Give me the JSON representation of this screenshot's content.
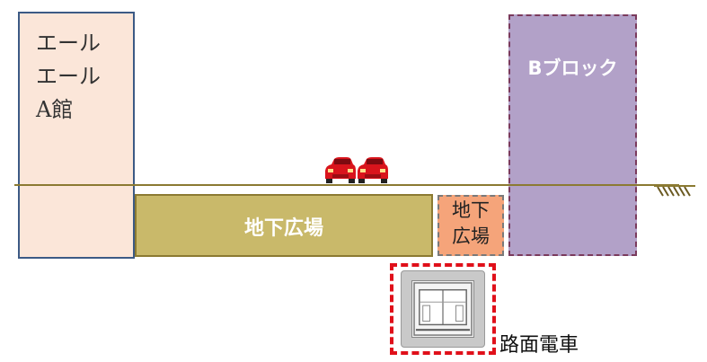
{
  "labels": {
    "building_a": [
      "エール",
      "エール",
      "A館"
    ],
    "building_b": "Bブロック",
    "underground_plaza": "地下広場",
    "small_plaza": [
      "地下",
      "広場"
    ],
    "tram": "路面電車"
  },
  "colors": {
    "building_a_fill": "#fbe6d9",
    "building_b_fill": "#b2a1c8",
    "plaza_fill": "#c9b96a",
    "small_plaza_fill": "#f5a47a",
    "tram_frame": "#e0101a",
    "car": "#d9141c",
    "ground": "#8b7a32"
  },
  "icons": [
    "car-icon",
    "car-icon",
    "ground-hatch-icon",
    "tram-icon"
  ]
}
